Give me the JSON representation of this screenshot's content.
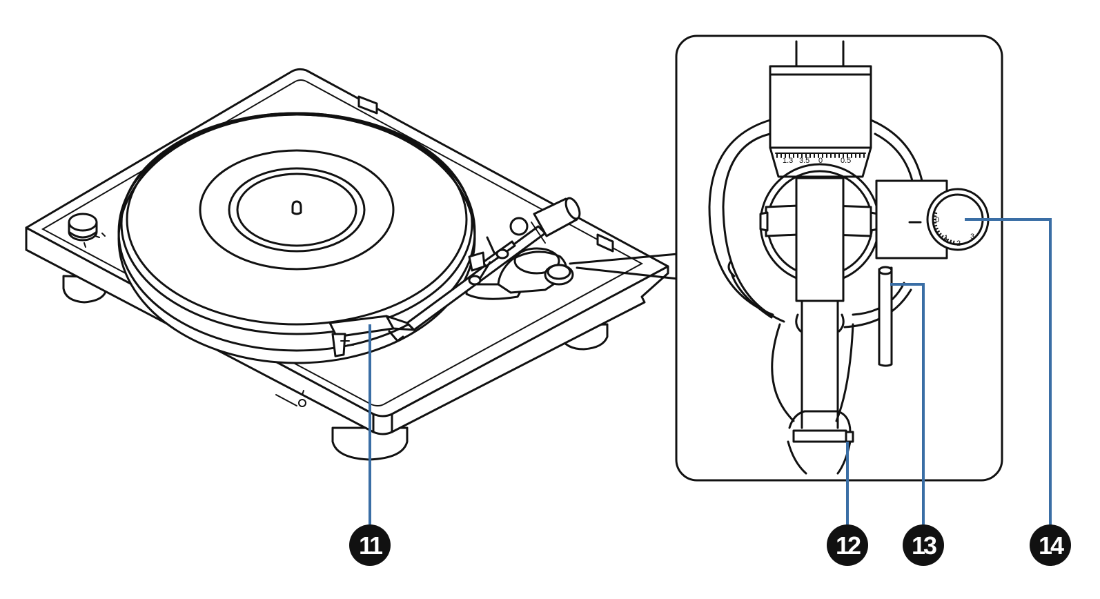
{
  "colors": {
    "line": "#111111",
    "callout": "#3a6ea5",
    "badge": "#111111",
    "background": "#ffffff"
  },
  "callouts": [
    {
      "label": "11"
    },
    {
      "label": "12"
    },
    {
      "label": "13"
    },
    {
      "label": "14"
    }
  ],
  "headshell_scale": {
    "ticks": [
      "1.3",
      "3.5",
      "0",
      "0.5"
    ]
  },
  "counterweight_scale": {
    "ticks": [
      "0",
      "1",
      "2",
      "3"
    ]
  }
}
